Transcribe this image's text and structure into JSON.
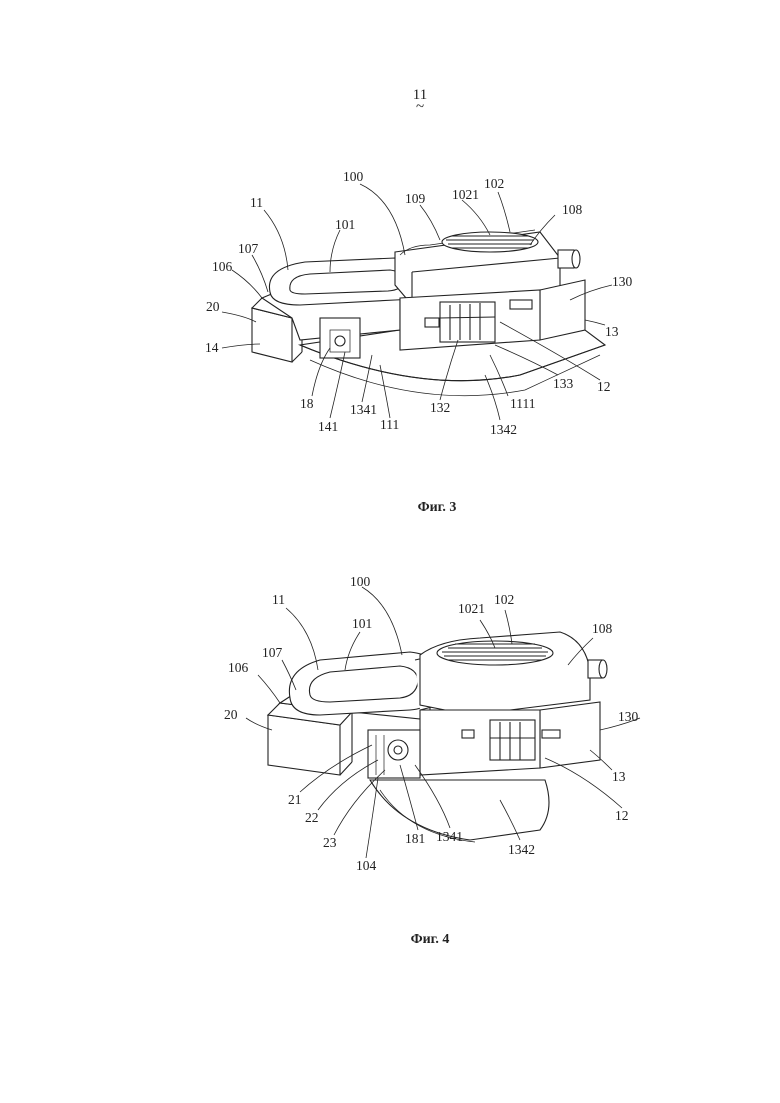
{
  "header": {
    "reference": "11",
    "mark": "~"
  },
  "figure3": {
    "caption": "Фиг. 3",
    "labels": {
      "l100": "100",
      "l109": "109",
      "l1021": "1021",
      "l102": "102",
      "l108": "108",
      "l11": "11",
      "l101": "101",
      "l107": "107",
      "l106": "106",
      "l20": "20",
      "l14": "14",
      "l130": "130",
      "l13": "13",
      "l12": "12",
      "l133": "133",
      "l18": "18",
      "l1341": "1341",
      "l111": "111",
      "l141": "141",
      "l132": "132",
      "l1111": "1111",
      "l1342": "1342"
    }
  },
  "figure4": {
    "caption": "Фиг. 4",
    "labels": {
      "l100": "100",
      "l1021": "1021",
      "l102": "102",
      "l11": "11",
      "l101": "101",
      "l108": "108",
      "l107": "107",
      "l106": "106",
      "l20": "20",
      "l130": "130",
      "l13": "13",
      "l21": "21",
      "l22": "22",
      "l12": "12",
      "l23": "23",
      "l181": "181",
      "l1341": "1341",
      "l1342": "1342",
      "l104": "104"
    }
  }
}
